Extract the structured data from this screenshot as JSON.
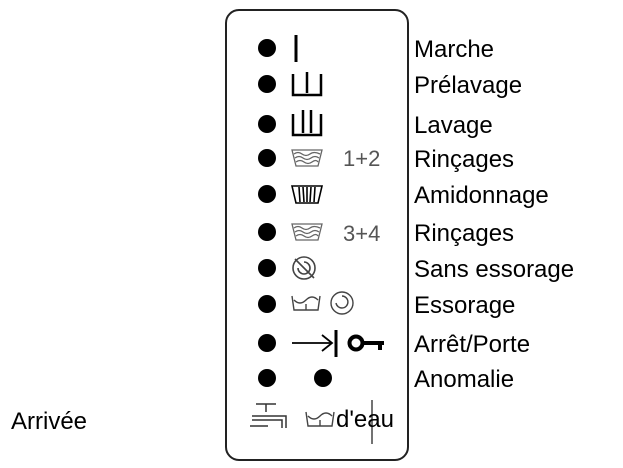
{
  "panel": {
    "rows": [
      {
        "label": "Marche",
        "icon": "power-line-icon",
        "icon_text": ""
      },
      {
        "label": "Prélavage",
        "icon": "prewash-tub-icon",
        "icon_text": ""
      },
      {
        "label": "Lavage",
        "icon": "wash-tub-icon",
        "icon_text": ""
      },
      {
        "label": "Rinçages",
        "icon": "rinse-tub-icon",
        "icon_text": "1+2"
      },
      {
        "label": "Amidonnage",
        "icon": "starch-tub-icon",
        "icon_text": ""
      },
      {
        "label": "Rinçages",
        "icon": "rinse-tub-icon",
        "icon_text": "3+4"
      },
      {
        "label": "Sans essorage",
        "icon": "no-spin-icon",
        "icon_text": ""
      },
      {
        "label": "Essorage",
        "icon": "spin-icon",
        "icon_text": ""
      },
      {
        "label": "Arrêt/Porte",
        "icon": "stop-door-key-icon",
        "icon_text": ""
      },
      {
        "label": "Anomalie",
        "icon": "anomaly-dot-icon",
        "icon_text": ""
      }
    ],
    "bottom": {
      "left_label": "Arrivée",
      "right_label": "d'eau",
      "icons": [
        "water-tap-icon",
        "drain-tub-icon"
      ]
    }
  }
}
